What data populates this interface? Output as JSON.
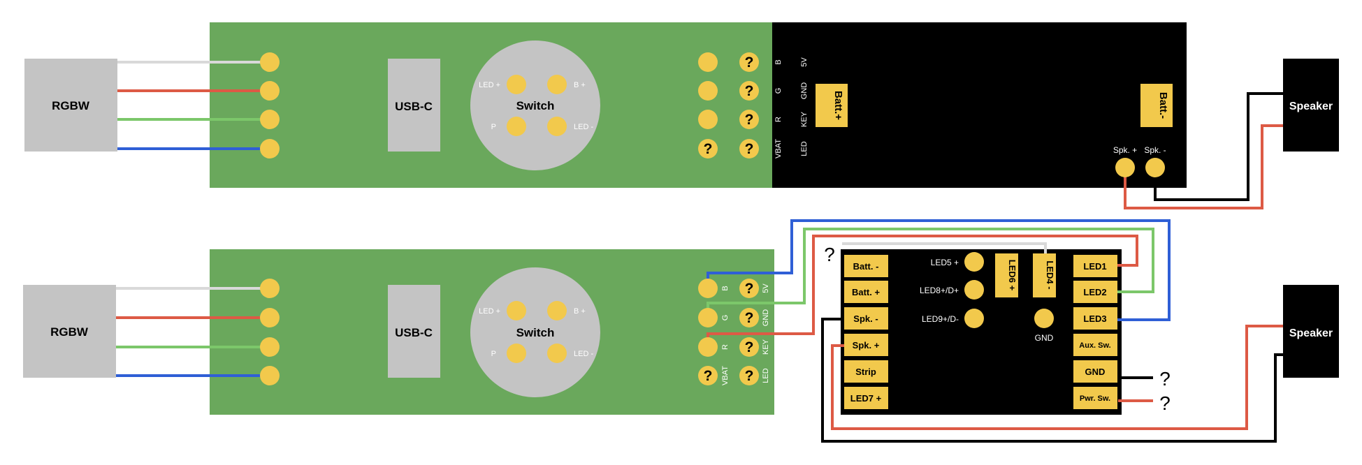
{
  "top": {
    "rgbw_label": "RGBW",
    "usbc_label": "USB-C",
    "switch": {
      "label": "Switch",
      "led_plus": "LED +",
      "b_plus": "B +",
      "p": "P",
      "led_minus": "LED -"
    },
    "pin_labels": [
      "B",
      "G",
      "R",
      "VBAT"
    ],
    "pin_labels_right": [
      "5V",
      "GND",
      "KEY",
      "LED"
    ],
    "question": "?",
    "batt_plus": "Batt.+",
    "batt_minus": "Batt.-",
    "spk_plus": "Spk. +",
    "spk_minus": "Spk. -",
    "speaker_label": "Speaker"
  },
  "bottom": {
    "rgbw_label": "RGBW",
    "usbc_label": "USB-C",
    "switch": {
      "label": "Switch",
      "led_plus": "LED +",
      "b_plus": "B +",
      "p": "P",
      "led_minus": "LED -"
    },
    "pin_labels": [
      "B",
      "G",
      "R",
      "VBAT"
    ],
    "pin_labels_right": [
      "5V",
      "GND",
      "KEY",
      "LED"
    ],
    "question": "?",
    "speaker_label": "Speaker",
    "board": {
      "left_pads": [
        "Batt. -",
        "Batt. +",
        "Spk. -",
        "Spk. +",
        "Strip",
        "LED7 +"
      ],
      "right_pads": [
        "LED1",
        "LED2",
        "LED3",
        "Aux. Sw.",
        "GND",
        "Pwr. Sw."
      ],
      "led5": "LED5 +",
      "led8": "LED8+/D+",
      "led9": "LED9+/D-",
      "led6": "LED6 +",
      "led4": "LED4 -",
      "gnd": "GND"
    },
    "loose_q": "?",
    "gnd_q": "?",
    "pwr_q": "?"
  },
  "colors": {
    "pcb_green": "#6aa85c",
    "pad_yellow": "#f2c94c",
    "wire_white": "#d9d9d9",
    "wire_red": "#dd5a45",
    "wire_green": "#7cc76a",
    "wire_blue": "#2f5fd6",
    "wire_black": "#000000",
    "module_gray": "#c4c4c4"
  }
}
